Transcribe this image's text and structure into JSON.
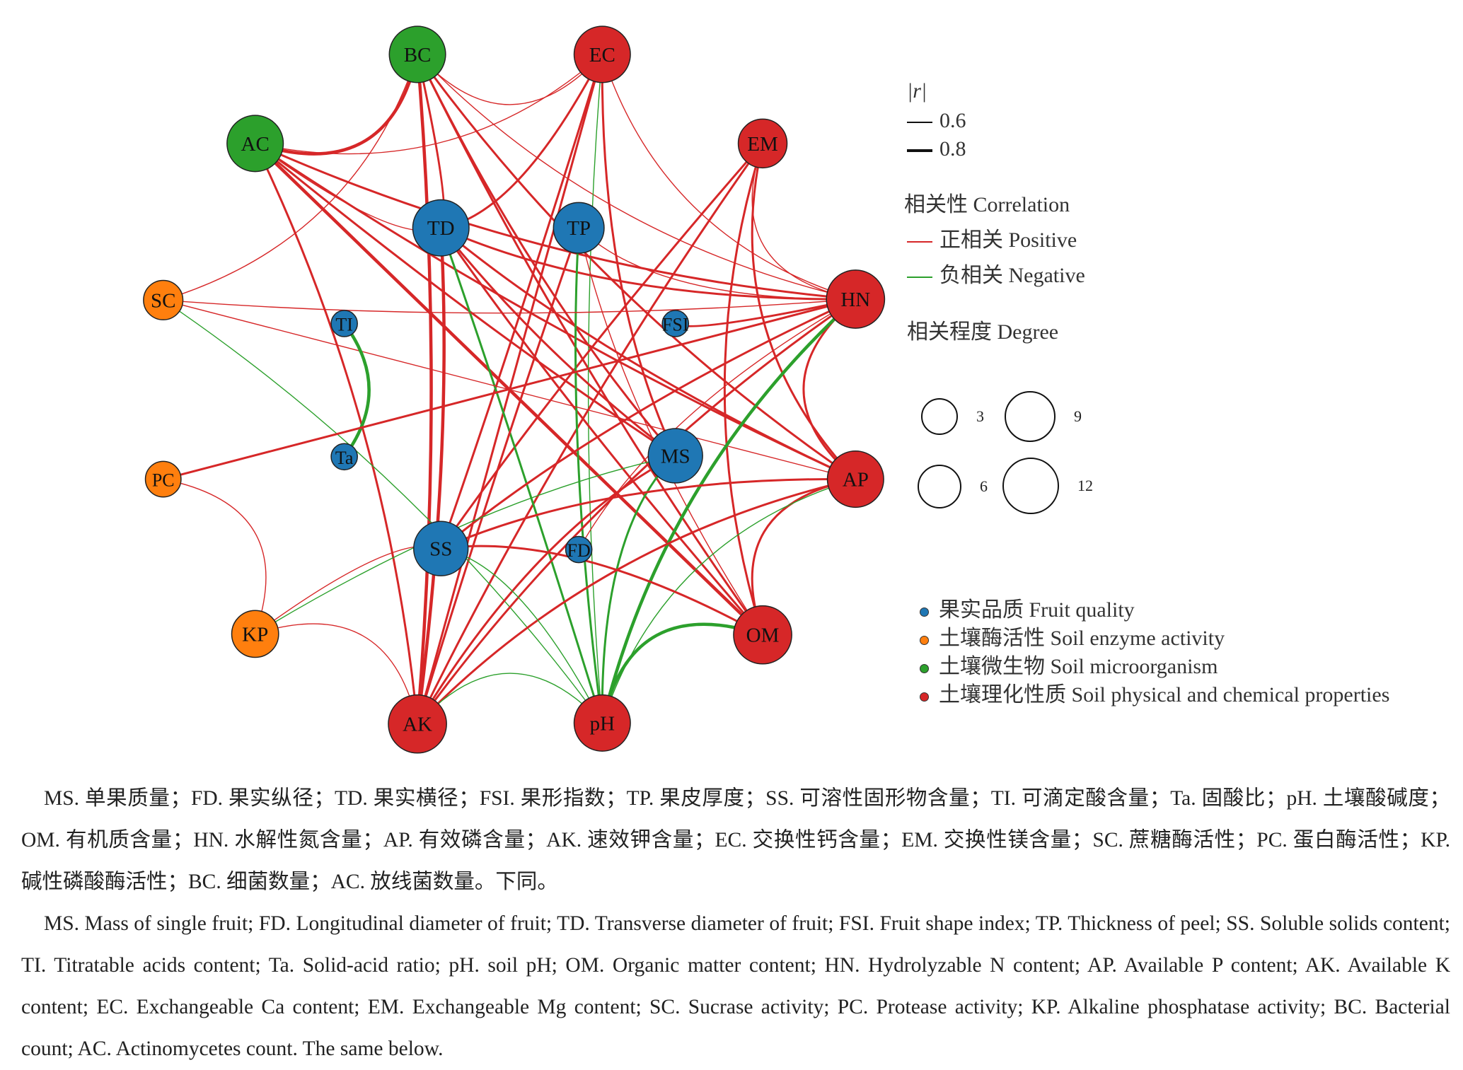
{
  "chart_data": {
    "type": "network",
    "nodes": [
      {
        "id": "BC",
        "group": "microorganism"
      },
      {
        "id": "EC",
        "group": "physchem"
      },
      {
        "id": "AC",
        "group": "microorganism"
      },
      {
        "id": "EM",
        "group": "physchem"
      },
      {
        "id": "TD",
        "group": "fruit"
      },
      {
        "id": "TP",
        "group": "fruit"
      },
      {
        "id": "SC",
        "group": "enzyme"
      },
      {
        "id": "TI",
        "group": "fruit"
      },
      {
        "id": "FSI",
        "group": "fruit"
      },
      {
        "id": "HN",
        "group": "physchem"
      },
      {
        "id": "Ta",
        "group": "fruit"
      },
      {
        "id": "PC",
        "group": "enzyme"
      },
      {
        "id": "MS",
        "group": "fruit"
      },
      {
        "id": "AP",
        "group": "physchem"
      },
      {
        "id": "SS",
        "group": "fruit"
      },
      {
        "id": "FD",
        "group": "fruit"
      },
      {
        "id": "KP",
        "group": "enzyme"
      },
      {
        "id": "OM",
        "group": "physchem"
      },
      {
        "id": "AK",
        "group": "physchem"
      },
      {
        "id": "pH",
        "group": "physchem"
      }
    ],
    "edges": [
      [
        "BC",
        "AC",
        "pos",
        0.8
      ],
      [
        "BC",
        "AK",
        "pos",
        0.8
      ],
      [
        "BC",
        "OM",
        "pos",
        0.7
      ],
      [
        "BC",
        "MS",
        "pos",
        0.7
      ],
      [
        "BC",
        "HN",
        "pos",
        0.6
      ],
      [
        "BC",
        "AP",
        "pos",
        0.7
      ],
      [
        "BC",
        "EC",
        "pos",
        0.6
      ],
      [
        "BC",
        "TD",
        "pos",
        0.7
      ],
      [
        "EC",
        "TD",
        "pos",
        0.7
      ],
      [
        "EC",
        "AK",
        "pos",
        0.7
      ],
      [
        "EC",
        "SS",
        "pos",
        0.7
      ],
      [
        "EC",
        "MS",
        "pos",
        0.7
      ],
      [
        "EC",
        "AC",
        "pos",
        0.6
      ],
      [
        "EC",
        "HN",
        "pos",
        0.6
      ],
      [
        "EC",
        "pH",
        "neg",
        0.6
      ],
      [
        "AC",
        "AK",
        "pos",
        0.7
      ],
      [
        "AC",
        "OM",
        "pos",
        0.8
      ],
      [
        "AC",
        "AP",
        "pos",
        0.7
      ],
      [
        "AC",
        "HN",
        "pos",
        0.7
      ],
      [
        "AC",
        "MS",
        "pos",
        0.7
      ],
      [
        "AC",
        "TD",
        "pos",
        0.6
      ],
      [
        "EM",
        "HN",
        "pos",
        0.6
      ],
      [
        "EM",
        "AK",
        "pos",
        0.7
      ],
      [
        "EM",
        "SS",
        "pos",
        0.7
      ],
      [
        "EM",
        "OM",
        "pos",
        0.7
      ],
      [
        "EM",
        "AP",
        "pos",
        0.7
      ],
      [
        "TD",
        "AK",
        "pos",
        0.8
      ],
      [
        "TD",
        "OM",
        "pos",
        0.7
      ],
      [
        "TD",
        "pH",
        "neg",
        0.7
      ],
      [
        "TD",
        "HN",
        "pos",
        0.7
      ],
      [
        "TD",
        "MS",
        "pos",
        0.7
      ],
      [
        "TD",
        "AP",
        "pos",
        0.7
      ],
      [
        "TP",
        "AK",
        "pos",
        0.7
      ],
      [
        "TP",
        "pH",
        "neg",
        0.7
      ],
      [
        "TP",
        "OM",
        "pos",
        0.6
      ],
      [
        "TP",
        "HN",
        "pos",
        0.6
      ],
      [
        "SC",
        "HN",
        "pos",
        0.6
      ],
      [
        "SC",
        "AP",
        "pos",
        0.6
      ],
      [
        "SC",
        "pH",
        "neg",
        0.6
      ],
      [
        "SC",
        "BC",
        "pos",
        0.6
      ],
      [
        "TI",
        "Ta",
        "neg",
        0.8
      ],
      [
        "PC",
        "HN",
        "pos",
        0.7
      ],
      [
        "PC",
        "KP",
        "pos",
        0.6
      ],
      [
        "HN",
        "AP",
        "pos",
        0.7
      ],
      [
        "HN",
        "pH",
        "neg",
        0.8
      ],
      [
        "HN",
        "SS",
        "pos",
        0.7
      ],
      [
        "HN",
        "AK",
        "pos",
        0.7
      ],
      [
        "HN",
        "FSI",
        "pos",
        0.7
      ],
      [
        "HN",
        "FD",
        "pos",
        0.6
      ],
      [
        "MS",
        "AK",
        "pos",
        0.7
      ],
      [
        "MS",
        "pH",
        "neg",
        0.7
      ],
      [
        "AP",
        "OM",
        "pos",
        0.7
      ],
      [
        "AP",
        "pH",
        "neg",
        0.6
      ],
      [
        "AP",
        "SS",
        "pos",
        0.7
      ],
      [
        "AP",
        "AK",
        "pos",
        0.7
      ],
      [
        "SS",
        "pH",
        "neg",
        0.6
      ],
      [
        "SS",
        "KP",
        "pos",
        0.6
      ],
      [
        "KP",
        "AK",
        "pos",
        0.6
      ],
      [
        "KP",
        "MS",
        "neg",
        0.6
      ],
      [
        "OM",
        "pH",
        "neg",
        0.8
      ],
      [
        "OM",
        "SS",
        "pos",
        0.7
      ],
      [
        "AK",
        "pH",
        "neg",
        0.6
      ]
    ],
    "colors": {
      "fruit": "#1f77b4",
      "enzyme": "#ff7f0e",
      "microorganism": "#2ca02c",
      "physchem": "#d62728",
      "pos": "#d62728",
      "neg": "#2ca02c"
    }
  },
  "legend": {
    "r_title": "|r|",
    "r_items": [
      "0.6",
      "0.8"
    ],
    "corr_title": "相关性 Correlation",
    "positive": "正相关 Positive",
    "negative": "负相关 Negative",
    "degree_title": "相关程度 Degree",
    "degree_items": [
      "3",
      "9",
      "6",
      "12"
    ],
    "categories": [
      {
        "label": "果实品质 Fruit quality",
        "color": "#1f77b4"
      },
      {
        "label": "土壤酶活性 Soil enzyme activity",
        "color": "#ff7f0e"
      },
      {
        "label": "土壤微生物 Soil microorganism",
        "color": "#2ca02c"
      },
      {
        "label": "土壤理化性质 Soil physical and chemical properties",
        "color": "#d62728"
      }
    ]
  },
  "caption": {
    "zh": "MS. 单果质量；FD. 果实纵径；TD. 果实横径；FSI. 果形指数；TP. 果皮厚度；SS. 可溶性固形物含量；TI. 可滴定酸含量；Ta. 固酸比；pH. 土壤酸碱度；OM. 有机质含量；HN. 水解性氮含量；AP. 有效磷含量；AK. 速效钾含量；EC. 交换性钙含量；EM. 交换性镁含量；SC. 蔗糖酶活性；PC. 蛋白酶活性；KP. 碱性磷酸酶活性；BC. 细菌数量；AC. 放线菌数量。下同。",
    "en": "MS. Mass of single fruit; FD. Longitudinal diameter of fruit; TD. Transverse diameter of fruit; FSI. Fruit shape index; TP. Thickness of peel; SS. Soluble solids content; TI. Titratable acids content; Ta. Solid-acid ratio; pH. soil pH; OM. Organic matter content; HN. Hydrolyzable N content; AP. Available P content; AK. Available K content; EC. Exchangeable Ca content; EM. Exchangeable Mg content; SC. Sucrase activity; PC. Protease activity; KP. Alkaline phosphatase activity; BC. Bacterial count; AC. Actinomycetes count. The same below."
  }
}
